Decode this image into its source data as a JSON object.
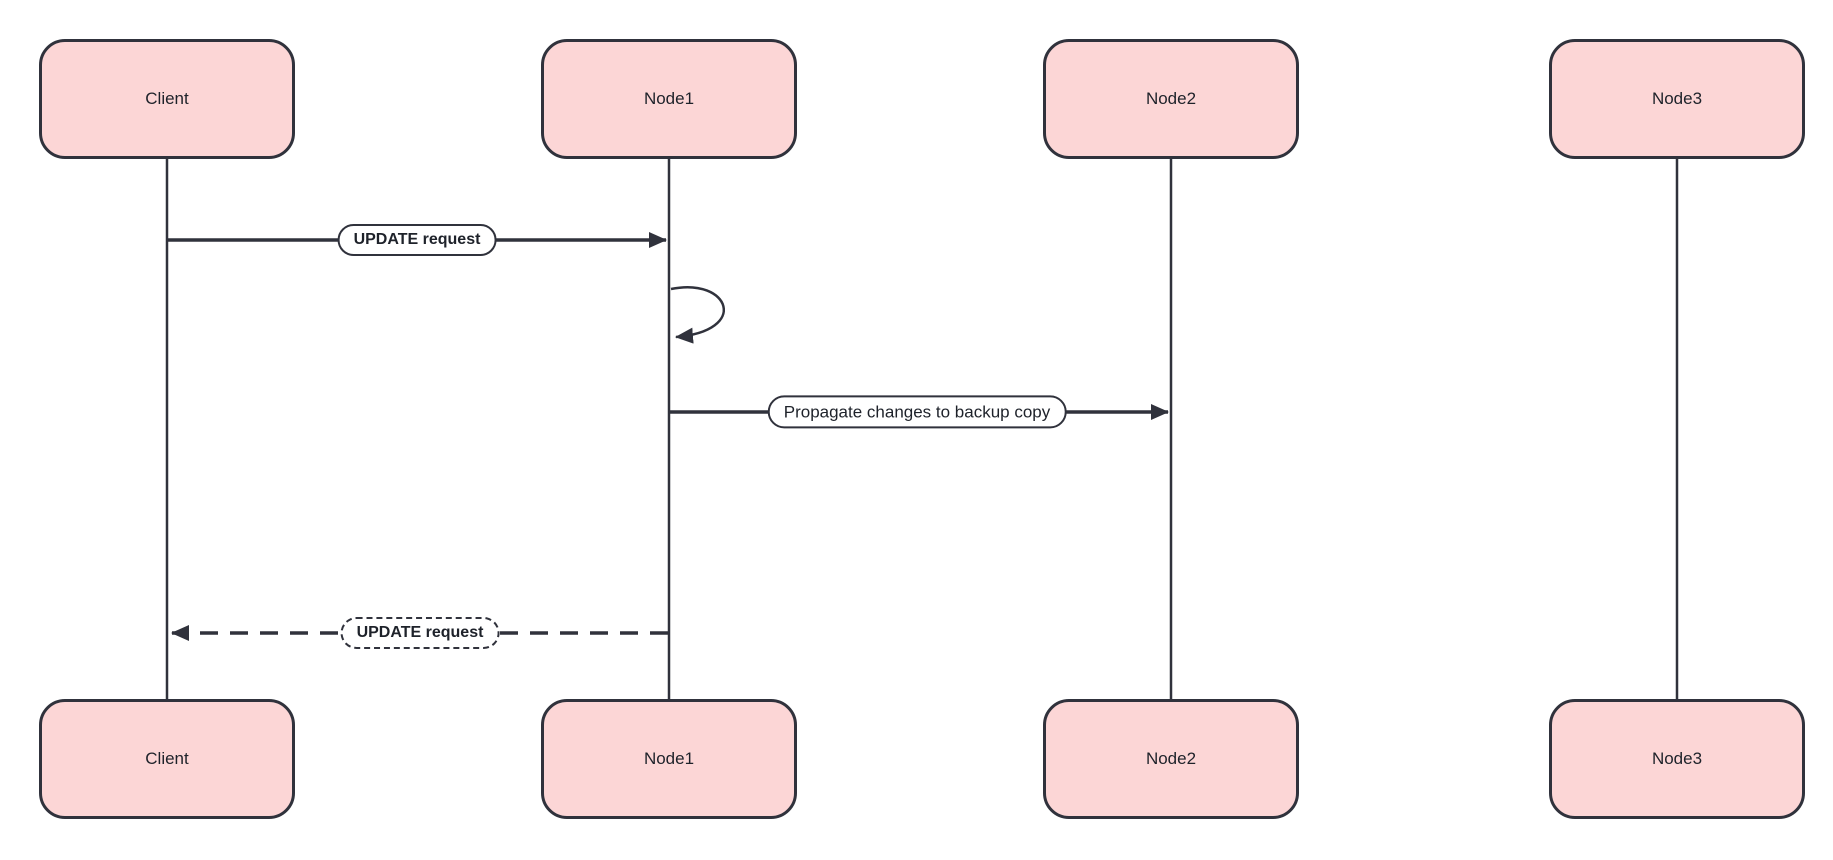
{
  "diagram_type": "sequence-diagram",
  "background": "#ffffff",
  "palette": {
    "actor_fill": "#FCD6D6",
    "actor_border": "#30323C",
    "line_color": "#30323C",
    "label_background": "#ffffff",
    "text_color": "#1E222A"
  },
  "actors": [
    {
      "id": "client",
      "label": "Client"
    },
    {
      "id": "node1",
      "label": "Node1"
    },
    {
      "id": "node2",
      "label": "Node2"
    },
    {
      "id": "node3",
      "label": "Node3"
    }
  ],
  "messages": [
    {
      "from": "Client",
      "to": "Node1",
      "label": "UPDATE request",
      "line": "solid",
      "arrow": "filled-right",
      "label_style": "bold-pill"
    },
    {
      "from": "Node1",
      "to": "Node1",
      "label": "",
      "line": "solid",
      "arrow": "filled-left",
      "kind": "self-loop"
    },
    {
      "from": "Node1",
      "to": "Node2",
      "label": "Propagate changes to backup copy",
      "line": "solid",
      "arrow": "filled-right",
      "label_style": "pill"
    },
    {
      "from": "Node1",
      "to": "Client",
      "label": "UPDATE request",
      "line": "dashed",
      "arrow": "filled-left",
      "label_style": "bold-dashed-pill"
    }
  ]
}
